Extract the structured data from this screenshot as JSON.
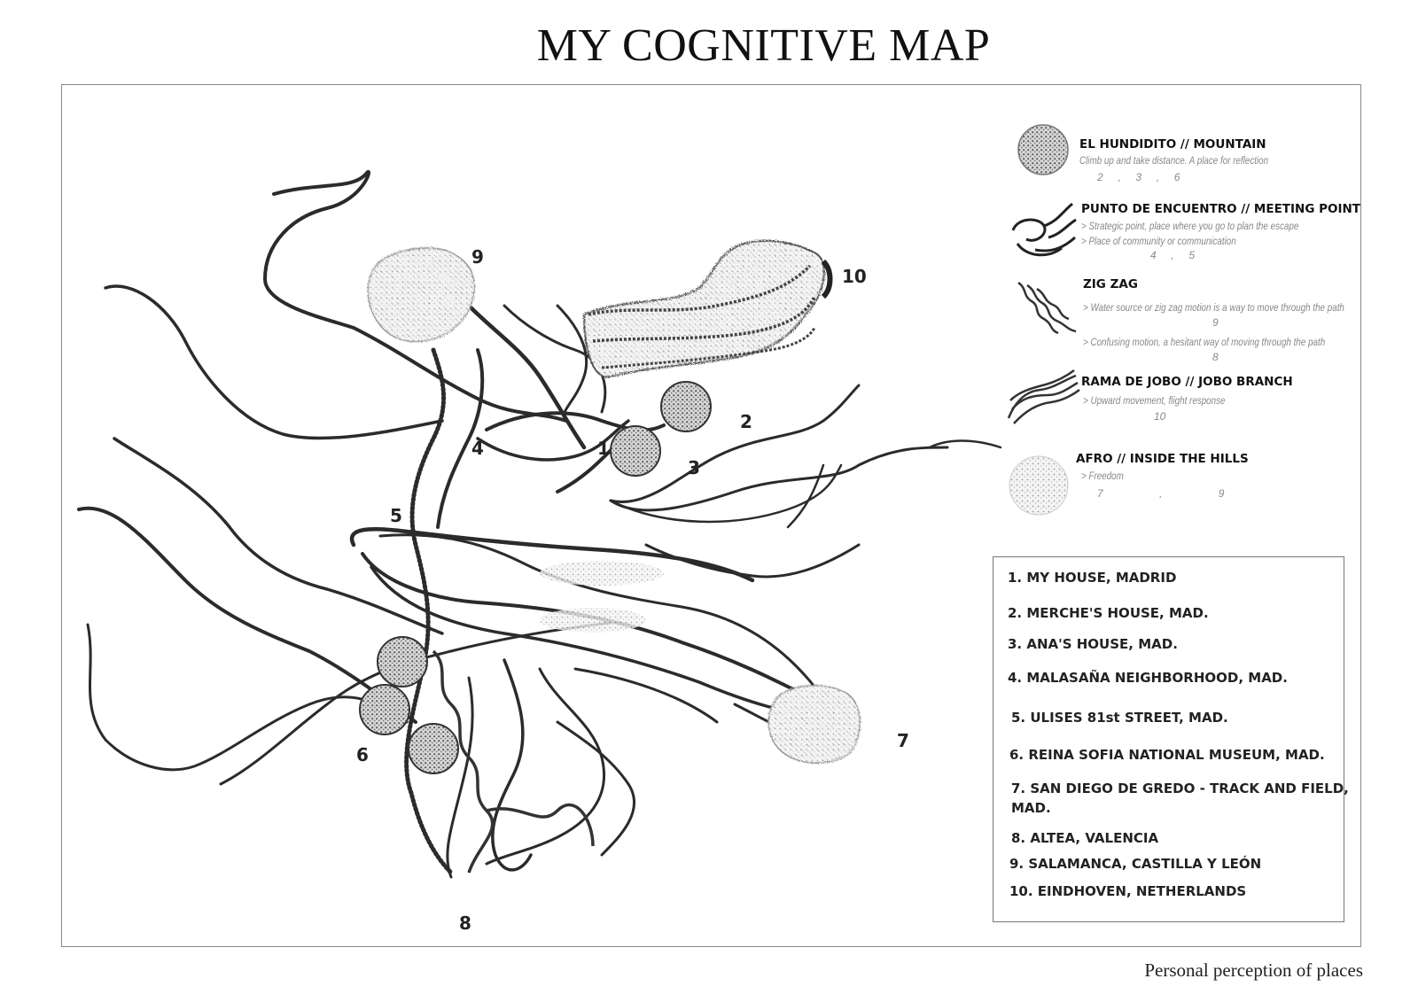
{
  "title": "MY COGNITIVE MAP",
  "caption": "Personal perception of  places",
  "map_numbers": [
    "1",
    "2",
    "3",
    "4",
    "5",
    "6",
    "7",
    "8",
    "9",
    "10"
  ],
  "legend": [
    {
      "title": "EL HUNDIDITO // MOUNTAIN",
      "desc": [
        "Climb up and take distance. A place for reflection"
      ],
      "nums": "2     ,     3     ,     6",
      "icon": "mountain-icon"
    },
    {
      "title": "PUNTO DE ENCUENTRO // MEETING POINT",
      "desc": [
        "> Strategic point, place where you go to plan the escape",
        "> Place of community or communication"
      ],
      "nums": "4     ,     5",
      "icon": "meeting-point-icon"
    },
    {
      "title": "ZIG ZAG",
      "desc": [
        "> Water source or zig zag motion is a way to move through the path",
        "9",
        "> Confusing motion, a hesitant way of moving through the path",
        "8"
      ],
      "nums": "",
      "icon": "zig-zag-icon"
    },
    {
      "title": "RAMA DE JOBO // JOBO BRANCH",
      "desc": [
        "> Upward movement, flight response"
      ],
      "nums": "10",
      "icon": "jobo-branch-icon"
    },
    {
      "title": "AFRO // INSIDE THE HILLS",
      "desc": [
        "> Freedom"
      ],
      "nums": "7                   ,                   9",
      "icon": "afro-hills-icon"
    }
  ],
  "places": [
    "1. MY HOUSE, MADRID",
    "2. MERCHE'S HOUSE, MAD.",
    "3. ANA'S HOUSE, MAD.",
    "4. MALASAÑA NEIGHBORHOOD, MAD.",
    "5. ULISES  81st STREET, MAD.",
    "6. REINA SOFIA NATIONAL MUSEUM, MAD.",
    "7. SAN DIEGO DE GREDO - TRACK AND FIELD,",
    "MAD.",
    "8. ALTEA, VALENCIA",
    "9. SALAMANCA, CASTILLA Y LEÓN",
    "10. EINDHOVEN, NETHERLANDS"
  ]
}
